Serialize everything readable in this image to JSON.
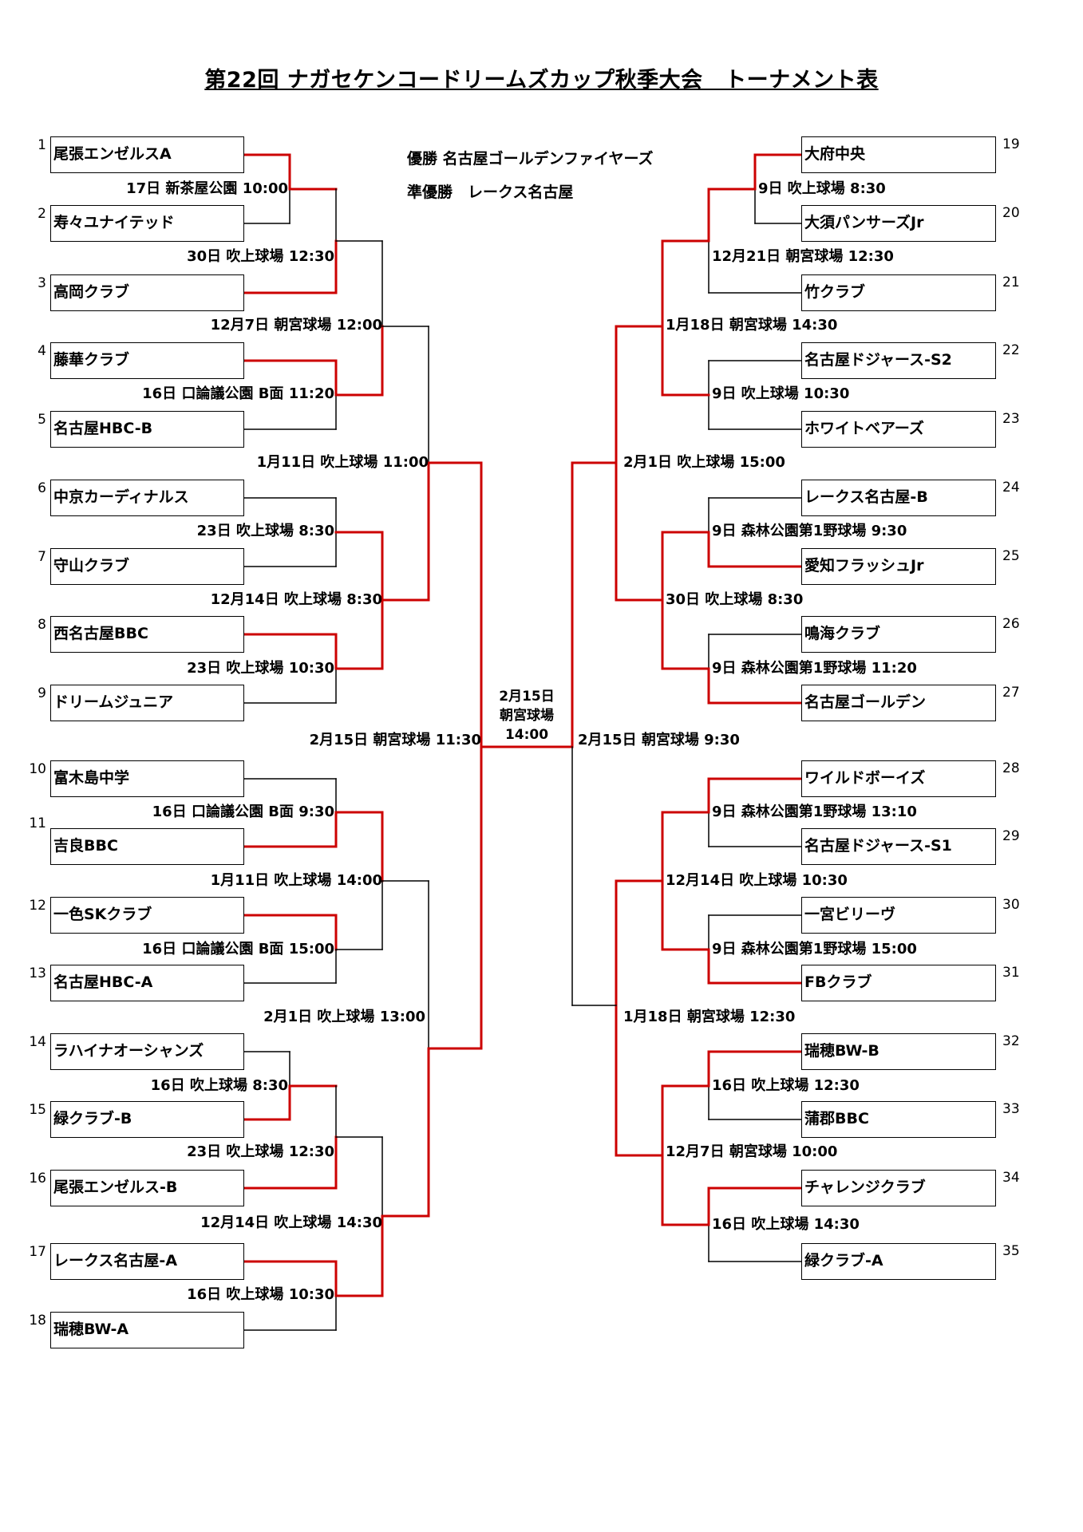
{
  "title": "第22回 ナガセケンコードリームズカップ秋季大会　トーナメント表",
  "results": {
    "winner": "優勝 名古屋ゴールデンファイヤーズ",
    "runner_up": "準優勝　レークス名古屋"
  },
  "teams_left": [
    {
      "no": "1",
      "name": "尾張エンゼルスA"
    },
    {
      "no": "2",
      "name": "寿々ユナイテッド"
    },
    {
      "no": "3",
      "name": "高岡クラブ"
    },
    {
      "no": "4",
      "name": "藤華クラブ"
    },
    {
      "no": "5",
      "name": "名古屋HBC-B"
    },
    {
      "no": "6",
      "name": "中京カーディナルス"
    },
    {
      "no": "7",
      "name": "守山クラブ"
    },
    {
      "no": "8",
      "name": "西名古屋BBC"
    },
    {
      "no": "9",
      "name": "ドリームジュニア"
    },
    {
      "no": "10",
      "name": "富木島中学"
    },
    {
      "no": "11",
      "name": "吉良BBC"
    },
    {
      "no": "12",
      "name": "一色SKクラブ"
    },
    {
      "no": "13",
      "name": "名古屋HBC-A"
    },
    {
      "no": "14",
      "name": "ラハイナオーシャンズ"
    },
    {
      "no": "15",
      "name": "緑クラブ-B"
    },
    {
      "no": "16",
      "name": "尾張エンゼルス-B"
    },
    {
      "no": "17",
      "name": "レークス名古屋-A"
    },
    {
      "no": "18",
      "name": "瑞穂BW-A"
    }
  ],
  "teams_right": [
    {
      "no": "19",
      "name": "大府中央"
    },
    {
      "no": "20",
      "name": "大須パンサーズJr"
    },
    {
      "no": "21",
      "name": "竹クラブ"
    },
    {
      "no": "22",
      "name": "名古屋ドジャース-S2"
    },
    {
      "no": "23",
      "name": "ホワイトベアーズ"
    },
    {
      "no": "24",
      "name": "レークス名古屋-B"
    },
    {
      "no": "25",
      "name": "愛知フラッシュJr"
    },
    {
      "no": "26",
      "name": "鳴海クラブ"
    },
    {
      "no": "27",
      "name": "名古屋ゴールデン"
    },
    {
      "no": "28",
      "name": "ワイルドボーイズ"
    },
    {
      "no": "29",
      "name": "名古屋ドジャース-S1"
    },
    {
      "no": "30",
      "name": "一宮ビリーヴ"
    },
    {
      "no": "31",
      "name": "FBクラブ"
    },
    {
      "no": "32",
      "name": "瑞穂BW-B"
    },
    {
      "no": "33",
      "name": "蒲郡BBC"
    },
    {
      "no": "34",
      "name": "チャレンジクラブ"
    },
    {
      "no": "35",
      "name": "緑クラブ-A"
    }
  ],
  "matches_left": [
    "17日 新茶屋公園 10:00",
    "30日 吹上球場 12:30",
    "16日 口論議公園 B面 11:20",
    "12月7日 朝宮球場 12:00",
    "23日 吹上球場 8:30",
    "23日 吹上球場 10:30",
    "12月14日 吹上球場 8:30",
    "1月11日 吹上球場 11:00",
    "16日 口論議公園 B面 9:30",
    "16日 口論議公園 B面 15:00",
    "1月11日 吹上球場 14:00",
    "16日 吹上球場 8:30",
    "23日 吹上球場 12:30",
    "16日 吹上球場 10:30",
    "12月14日 吹上球場 14:30",
    "2月1日 吹上球場 13:00",
    "2月15日 朝宮球場 11:30"
  ],
  "matches_right": [
    "9日 吹上球場 8:30",
    "12月21日 朝宮球場 12:30",
    "9日 吹上球場 10:30",
    "1月18日 朝宮球場 14:30",
    "9日 森林公園第1野球場 9:30",
    "9日 森林公園第1野球場 11:20",
    "30日 吹上球場 8:30",
    "2月1日 吹上球場 15:00",
    "9日 森林公園第1野球場 13:10",
    "9日 森林公園第1野球場 15:00",
    "12月14日 吹上球場 10:30",
    "16日 吹上球場 12:30",
    "16日 吹上球場 14:30",
    "12月7日 朝宮球場 10:00",
    "1月18日 朝宮球場 12:30",
    "2月15日 朝宮球場 9:30"
  ],
  "final": {
    "line1": "2月15日",
    "line2": "朝宮球場",
    "line3": "14:00"
  },
  "colors": {
    "winner_line": "#cc0000",
    "loser_line": "#000000"
  }
}
